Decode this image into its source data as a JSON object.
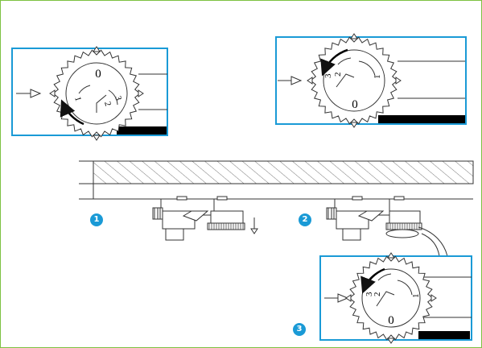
{
  "colors": {
    "frame_border": "#7dc242",
    "callout_border": "#1a9ad6",
    "badge_fill": "#1a9ad6",
    "line": "#3a3a3a"
  },
  "badges": {
    "step1": "1",
    "step2": "2",
    "step3": "3"
  },
  "dials": {
    "dial1": {
      "top": "0",
      "left": "1",
      "center": "2",
      "right": "3"
    },
    "dial2": {
      "left": "3",
      "center": "2",
      "right": "1",
      "bottom": "0"
    },
    "dial3": {
      "left": "3",
      "center": "2",
      "right": "1",
      "bottom": "0"
    }
  },
  "icons": [
    "arrow-right-icon",
    "rotate-arrow-icon",
    "arrow-down-icon"
  ]
}
